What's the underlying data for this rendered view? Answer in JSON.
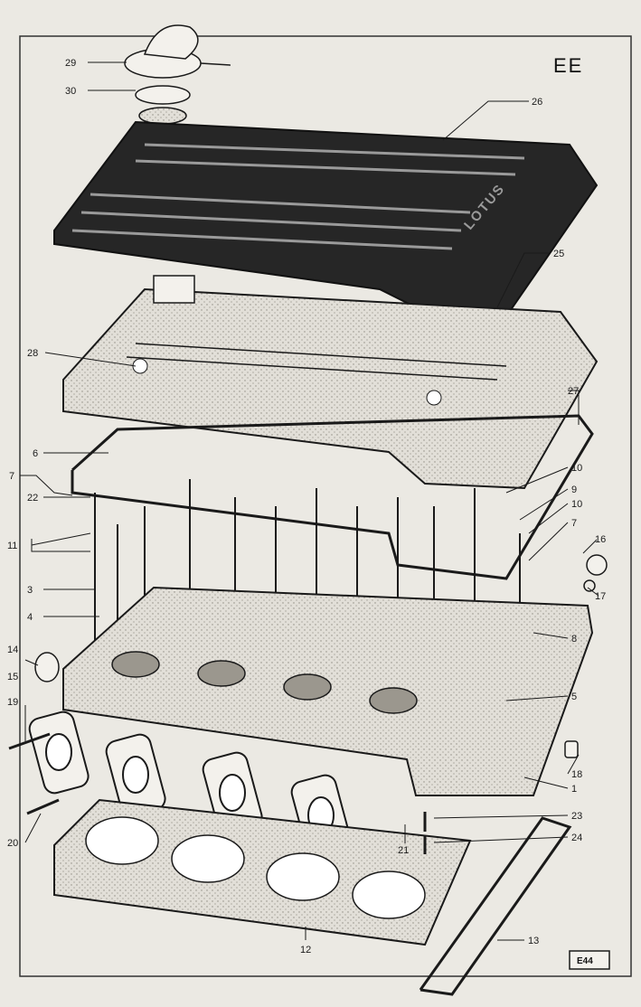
{
  "page_code": "EE",
  "figure_ref": "E44",
  "cover_brand": "LOTUS",
  "callouts": [
    "29",
    "30",
    "26",
    "25",
    "28",
    "27",
    "6",
    "7",
    "22",
    "10",
    "9",
    "10",
    "7",
    "11",
    "3",
    "4",
    "16",
    "17",
    "8",
    "14",
    "15",
    "5",
    "19",
    "18",
    "1",
    "23",
    "24",
    "20",
    "21",
    "12",
    "13"
  ],
  "colors": {
    "ink": "#1a1a1a",
    "paper": "#ebe9e3",
    "stipple": "#c9c6bd",
    "cover": "#262626"
  }
}
